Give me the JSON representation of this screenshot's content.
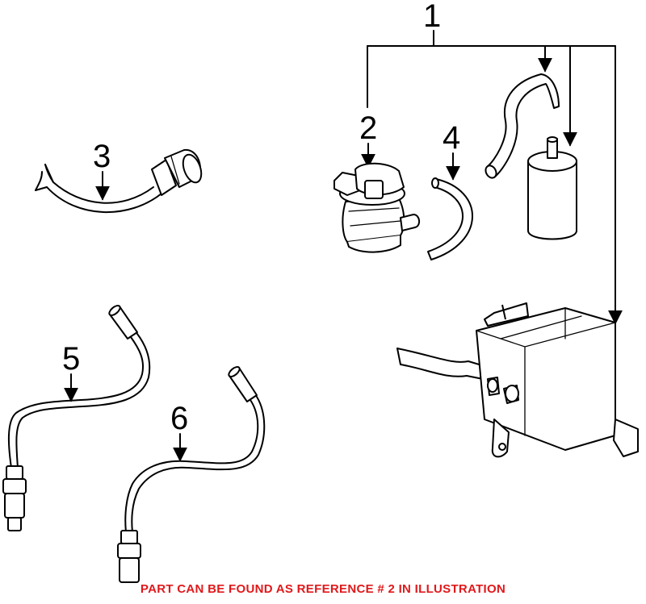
{
  "callouts": {
    "c1": "1",
    "c2": "2",
    "c3": "3",
    "c4": "4",
    "c5": "5",
    "c6": "6"
  },
  "footer": {
    "note": "PART CAN BE FOUND AS REFERENCE # 2 IN ILLUSTRATION"
  },
  "colors": {
    "line": "#000000",
    "note": "#e0191b",
    "background": "#ffffff"
  }
}
